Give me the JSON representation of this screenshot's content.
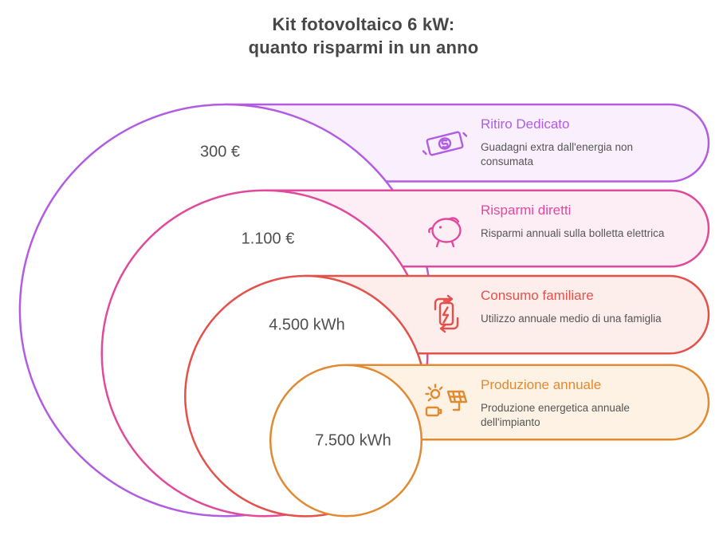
{
  "title": "Kit fotovoltaico 6 kW:\nquanto risparmi in un anno",
  "rings": [
    {
      "value_label": "300 €",
      "title": "Ritiro Dedicato",
      "description": "Guadagni extra dall'energia non consumata",
      "icon": "money-payout-icon",
      "color": "#b15ce2",
      "fill": "#f9effd"
    },
    {
      "value_label": "1.100 €",
      "title": "Risparmi diretti",
      "description": "Risparmi annuali sulla bolletta elettrica",
      "icon": "piggy-bank-icon",
      "color": "#e0499c",
      "fill": "#fdeef6"
    },
    {
      "value_label": "4.500 kWh",
      "title": "Consumo familiare",
      "description": "Utilizzo annuale medio di una famiglia",
      "icon": "battery-recycle-icon",
      "color": "#e3514a",
      "fill": "#fdedeb"
    },
    {
      "value_label": "7.500 kWh",
      "title": "Produzione annuale",
      "description": "Produzione energetica annuale dell'impianto",
      "icon": "solar-panel-icon",
      "color": "#e18a31",
      "fill": "#fdf2e4"
    }
  ],
  "text_colors": {
    "title": "#474747",
    "value": "#4f4f4f",
    "description": "#555555"
  }
}
